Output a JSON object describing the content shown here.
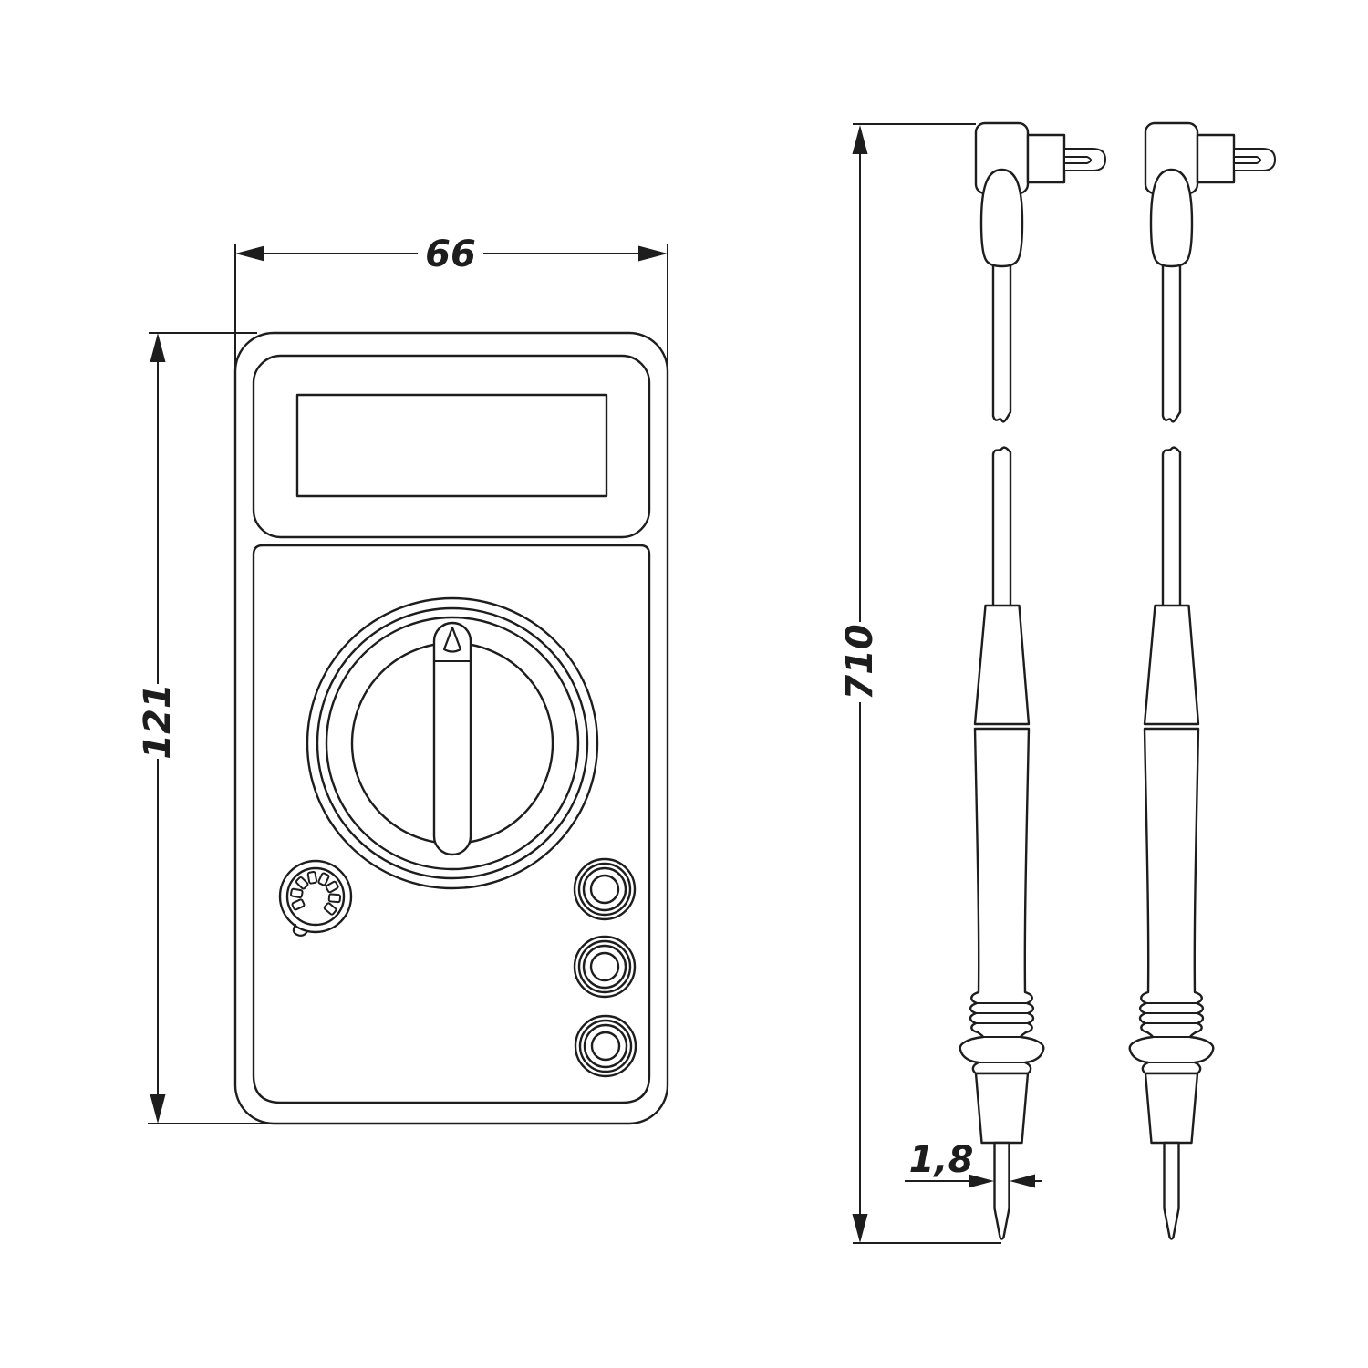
{
  "drawing": {
    "kind": "dimensional line drawing",
    "background_color": "#ffffff",
    "line_color": "#1d1d1d",
    "dimensions": {
      "meter_width_mm": "66",
      "meter_height_mm": "121",
      "lead_length_mm": "710",
      "tip_diameter_mm": "1,8"
    }
  }
}
